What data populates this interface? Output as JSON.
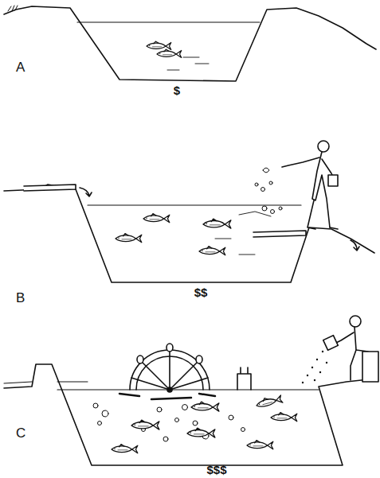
{
  "diagram": {
    "labels": [
      "A",
      "$",
      "B",
      "$$",
      "C",
      "$$$"
    ]
  }
}
